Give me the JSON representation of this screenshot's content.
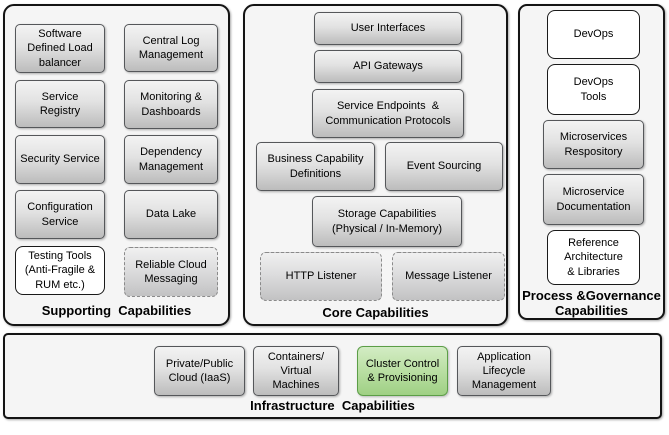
{
  "supporting": {
    "title": "Supporting  Capabilities",
    "boxes": [
      "Software\nDefined Load\nbalancer",
      "Service\nRegistry",
      "Security Service",
      "Configuration\nService",
      "Testing Tools\n(Anti-Fragile &\nRUM etc.)",
      "Central Log\nManagement",
      "Monitoring &\nDashboards",
      "Dependency\nManagement",
      "Data Lake",
      "Reliable Cloud\nMessaging"
    ]
  },
  "core": {
    "title": "Core Capabilities",
    "boxes": [
      "User Interfaces",
      "API Gateways",
      "Service Endpoints  &\nCommunication Protocols",
      "Business Capability\nDefinitions",
      "Event Sourcing",
      "Storage Capabilities\n(Physical / In-Memory)",
      "HTTP Listener",
      "Message Listener"
    ]
  },
  "governance": {
    "title": "Process &Governance\nCapabilities",
    "boxes": [
      "DevOps",
      "DevOps\nTools",
      "Microservices\nRespository",
      "Microservice\nDocumentation",
      "Reference\nArchitecture\n& Libraries"
    ]
  },
  "infrastructure": {
    "title": "Infrastructure  Capabilities",
    "boxes": [
      "Private/Public\nCloud (IaaS)",
      "Containers/\nVirtual\nMachines",
      "Cluster Control\n& Provisioning",
      "Application\nLifecycle\nManagement"
    ]
  },
  "colors": {
    "panel_background": "#f5f5f5",
    "box_gray_top": "#f3f3f3",
    "box_gray_bottom": "#bcbcbc",
    "highlight_green": "#9fd084",
    "green_border": "#5c9e47"
  }
}
